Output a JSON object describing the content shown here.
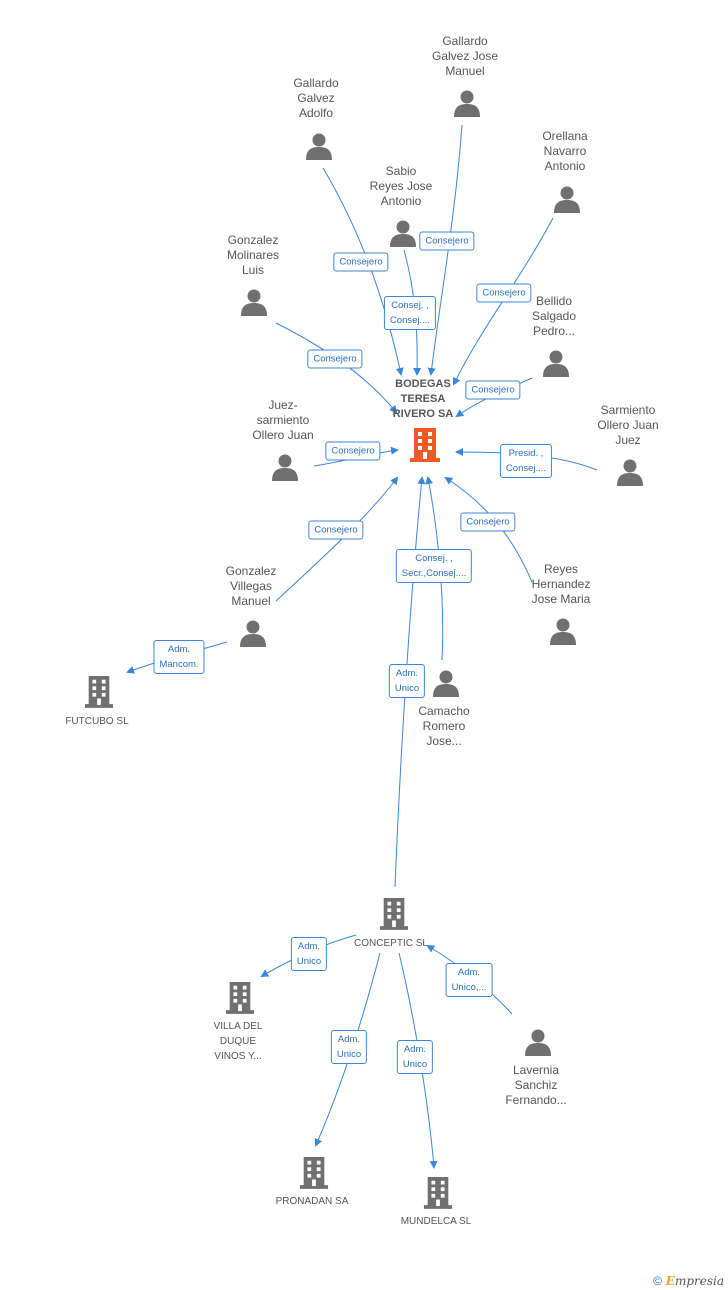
{
  "center": {
    "label": "BODEGAS\nTERESA\nRIVERO SA",
    "color": "#f05a28"
  },
  "people": [
    {
      "id": "gallardo-jose",
      "label": "Gallardo\nGalvez Jose\nManuel"
    },
    {
      "id": "gallardo-adolfo",
      "label": "Gallardo\nGalvez\nAdolfo"
    },
    {
      "id": "orellana",
      "label": "Orellana\nNavarro\nAntonio"
    },
    {
      "id": "sabio",
      "label": "Sabio\nReyes Jose\nAntonio"
    },
    {
      "id": "gonzalez-molinares",
      "label": "Gonzalez\nMolinares\nLuis"
    },
    {
      "id": "bellido",
      "label": "Bellido\nSalgado\nPedro..."
    },
    {
      "id": "juez",
      "label": "Juez-\nsarmiento\nOllero Juan"
    },
    {
      "id": "sarmiento",
      "label": "Sarmiento\nOllero Juan\nJuez"
    },
    {
      "id": "gonzalez-villegas",
      "label": "Gonzalez\nVillegas\nManuel"
    },
    {
      "id": "reyes",
      "label": "Reyes\nHernandez\nJose Maria"
    },
    {
      "id": "camacho",
      "label": "Camacho\nRomero\nJose..."
    },
    {
      "id": "lavernia",
      "label": "Lavernia\nSanchiz\nFernando..."
    }
  ],
  "companies": [
    {
      "id": "futcubo",
      "label": "FUTCUBO  SL"
    },
    {
      "id": "conceptic",
      "label": "CONCEPTIC SL"
    },
    {
      "id": "villa",
      "label": "VILLA DEL\nDUQUE\nVINOS Y..."
    },
    {
      "id": "pronadan",
      "label": "PRONADAN SA"
    },
    {
      "id": "mundelca",
      "label": "MUNDELCA SL"
    }
  ],
  "edge_labels": [
    {
      "id": "e-gallardo-adolfo",
      "label": "Consejero"
    },
    {
      "id": "e-gallardo-jose",
      "label": "Consejero"
    },
    {
      "id": "e-sabio",
      "label": "Consej. ,\nConsej...."
    },
    {
      "id": "e-orellana",
      "label": "Consejero"
    },
    {
      "id": "e-gonzalez-molinares",
      "label": "Consejero"
    },
    {
      "id": "e-bellido",
      "label": "Consejero"
    },
    {
      "id": "e-juez",
      "label": "Consejero"
    },
    {
      "id": "e-sarmiento",
      "label": "Presid. ,\nConsej...."
    },
    {
      "id": "e-reyes",
      "label": "Consejero"
    },
    {
      "id": "e-gonzalez-villegas",
      "label": "Consejero"
    },
    {
      "id": "e-camacho",
      "label": "Consej. ,\nSecr.,Consej...."
    },
    {
      "id": "e-futcubo",
      "label": "Adm.\nMancom."
    },
    {
      "id": "e-conceptic",
      "label": "Adm.\nUnico"
    },
    {
      "id": "e-villa",
      "label": "Adm.\nUnico"
    },
    {
      "id": "e-lavernia",
      "label": "Adm.\nUnico,..."
    },
    {
      "id": "e-pronadan",
      "label": "Adm.\nUnico"
    },
    {
      "id": "e-mundelca",
      "label": "Adm.\nUnico"
    }
  ],
  "colors": {
    "edge": "#3a86d8",
    "icon": "#707070",
    "label_text": "#555555"
  },
  "icons": {
    "person": "person-icon",
    "company": "building-icon"
  },
  "watermark": {
    "copyright": "©",
    "brand_first": "E",
    "brand_rest": "mpresia"
  }
}
